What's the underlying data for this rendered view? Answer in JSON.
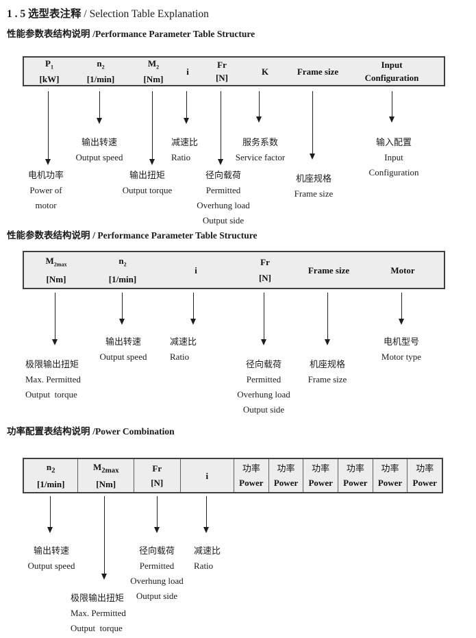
{
  "title": {
    "num": "1 . 5 ",
    "zh": "选型表注释",
    "en": " / Selection Table Explanation"
  },
  "s1": {
    "heading_zh": "性能参数表结构说明 ",
    "heading_en": "/Performance Parameter Table Structure",
    "cols": [
      {
        "l1": "P",
        "sub": "1",
        "l2": "[kW]"
      },
      {
        "l1": "n",
        "sub": "2",
        "l2": "[1/min]"
      },
      {
        "l1": "M",
        "sub": "2",
        "l2": "[Nm]"
      },
      {
        "l1": "i"
      },
      {
        "l1": "Fr",
        "l2": "[N]"
      },
      {
        "l1": "K"
      },
      {
        "l1": "Frame size"
      },
      {
        "l1": "Input",
        "l2": "Configuration"
      }
    ],
    "labels": [
      {
        "lines": [
          "电机功率",
          "Power of",
          "motor"
        ]
      },
      {
        "lines": [
          "输出转速",
          "Output speed"
        ]
      },
      {
        "lines": [
          "输出扭矩",
          "Output torque"
        ]
      },
      {
        "lines": [
          "减速比",
          "Ratio"
        ]
      },
      {
        "lines": [
          "径向载荷",
          "Permitted",
          "Overhung load",
          "Output side"
        ]
      },
      {
        "lines": [
          "服务系数",
          "Service factor"
        ]
      },
      {
        "lines": [
          "机座规格",
          "Frame size"
        ]
      },
      {
        "lines": [
          "输入配置",
          "Input",
          "Configuration"
        ]
      }
    ]
  },
  "s2": {
    "heading_zh": "性能参数表结构说明 ",
    "heading_en": "/ Performance Parameter Table Structure",
    "cols": [
      {
        "l1": "M",
        "sub": "2max",
        "l2": "[Nm]"
      },
      {
        "l1": "n",
        "sub": "2",
        "l2": "[1/min]"
      },
      {
        "l1": "i"
      },
      {
        "l1": "Fr",
        "l2": "[N]"
      },
      {
        "l1": "Frame size"
      },
      {
        "l1": "Motor"
      }
    ],
    "labels": [
      {
        "lines": [
          "极限输出扭矩",
          "Max. Permitted",
          "Output  torque"
        ]
      },
      {
        "lines": [
          "输出转速",
          "Output speed"
        ]
      },
      {
        "lines": [
          "减速比",
          "Ratio"
        ]
      },
      {
        "lines": [
          "径向载荷",
          "Permitted",
          "Overhung load",
          "Output side"
        ]
      },
      {
        "lines": [
          "机座规格",
          "Frame size"
        ]
      },
      {
        "lines": [
          "电机型号",
          "Motor type"
        ]
      }
    ]
  },
  "s3": {
    "heading_zh": "功率配置表结构说明 ",
    "heading_en": "/Power Combination",
    "cols": [
      {
        "l1": "n",
        "sub": "2",
        "l2": "[1/min]"
      },
      {
        "l1": "M",
        "sub": "2max",
        "l2": "[Nm]"
      },
      {
        "l1": "Fr",
        "l2": "[N]"
      },
      {
        "l1": "i"
      },
      {
        "l1": "功率",
        "l2": "Power"
      },
      {
        "l1": "功率",
        "l2": "Power"
      },
      {
        "l1": "功率",
        "l2": "Power"
      },
      {
        "l1": "功率",
        "l2": "Power"
      },
      {
        "l1": "功率",
        "l2": "Power"
      },
      {
        "l1": "功率",
        "l2": "Power"
      }
    ],
    "labels": [
      {
        "lines": [
          "输出转速",
          "Output speed"
        ]
      },
      {
        "lines": [
          "极限输出扭矩",
          "Max. Permitted",
          "Output  torque"
        ]
      },
      {
        "lines": [
          "径向载荷",
          "Permitted",
          "Overhung load",
          "Output side"
        ]
      },
      {
        "lines": [
          "减速比",
          "Ratio"
        ]
      }
    ]
  }
}
